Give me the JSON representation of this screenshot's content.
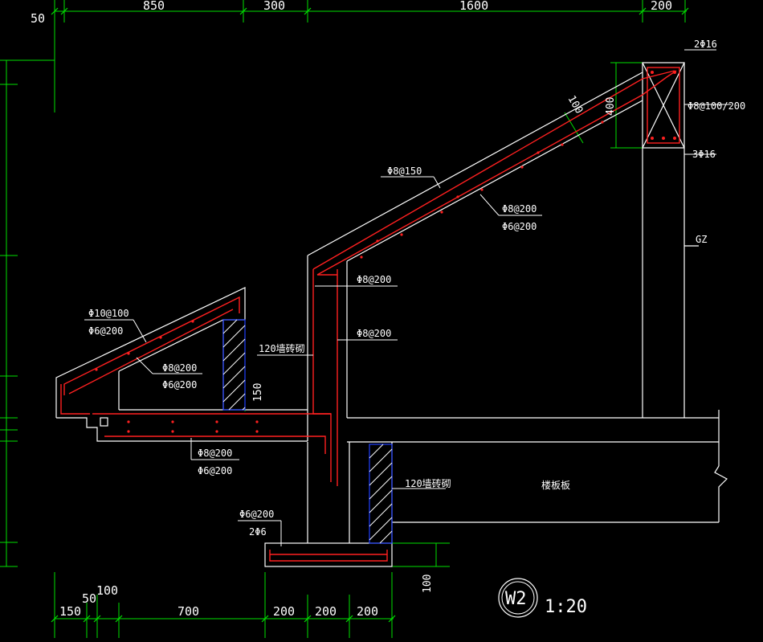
{
  "top_dimensions": [
    "50",
    "850",
    "300",
    "1600",
    "200"
  ],
  "bottom_dimensions": [
    "150",
    "50",
    "100",
    "700",
    "200",
    "200",
    "200"
  ],
  "vertical_dimensions": [
    "400",
    "100",
    "150",
    "100"
  ],
  "rebar_labels": {
    "top_bar": "2Φ16",
    "stirrup": "Φ8@100/200",
    "bottom_bar": "3Φ16",
    "main_slope_top": "Φ8@150",
    "main_slope_bottom_1": "Φ8@200",
    "main_slope_bottom_2": "Φ6@200",
    "column_tag": "GZ",
    "wall_a": "Φ8@200",
    "wall_b": "Φ8@200",
    "wall_note": "120墙砖砌",
    "left_slope_1": "Φ10@100",
    "left_slope_2": "Φ6@200",
    "left_inner_1": "Φ8@200",
    "left_inner_2": "Φ6@200",
    "beam_1": "Φ8@200",
    "beam_2": "Φ6@200",
    "footing_1": "Φ6@200",
    "footing_2": "2Φ6",
    "lower_wall_note": "120墙砖砌",
    "slab_note": "楼板板"
  },
  "title_mark": {
    "circle_text": "W2",
    "scale": "1:20"
  },
  "colors": {
    "concrete_outline": "#ffffff",
    "rebar": "#ff2020",
    "dimension": "#00e000",
    "hatch_boundary": "#2040ff"
  }
}
